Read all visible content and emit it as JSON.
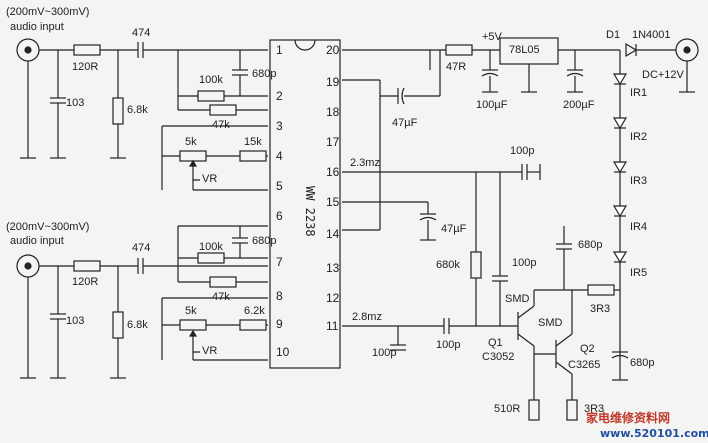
{
  "inputs": {
    "top_range": "(200mV~300mV)",
    "top_label": "audio input",
    "bottom_range": "(200mV~300mV)",
    "bottom_label": "audio input"
  },
  "ic": {
    "name": "WW 2238"
  },
  "pins": [
    "20",
    "19",
    "18",
    "17",
    "16",
    "15",
    "14",
    "13",
    "12",
    "11",
    "1",
    "2",
    "3",
    "4",
    "5",
    "6",
    "7",
    "8",
    "9",
    "10"
  ],
  "components": {
    "r_120r_top": "120R",
    "c_103_top": "103",
    "r_6k8_top": "6.8k",
    "c_474_top": "474",
    "r_100k_top": "100k",
    "c_680p_top": "680p",
    "r_47k_top": "47k",
    "r_5k_top": "5k",
    "r_15k": "15k",
    "vr_top": "VR",
    "r_120r_bot": "120R",
    "c_103_bot": "103",
    "r_6k8_bot": "6.8k",
    "c_474_bot": "474",
    "r_100k_bot": "100k",
    "c_680p_bot": "680p",
    "r_47k_bot": "47k",
    "r_5k_bot": "5k",
    "r_6k2": "6.2k",
    "vr_bot": "VR",
    "r_47r": "47R",
    "plus5v": "+5V",
    "reg": "78L05",
    "c_100uf": "100µF",
    "c_200uf": "200µF",
    "d1": "D1",
    "d1_type": "1N4001",
    "dc": "DC+12V",
    "c_47uf_a": "47µF",
    "c_47uf_b": "47µF",
    "v_2_3": "2.3mz",
    "v_2_8": "2.8mz",
    "c_100p_16": "100p",
    "r_680k": "680k",
    "c_100p_q": "100p",
    "c_680p_q": "680p",
    "smd1": "SMD",
    "smd2": "SMD",
    "r_3r3_a": "3R3",
    "q1": "Q1",
    "q1_type": "C3052",
    "q2": "Q2",
    "q2_type": "C3265",
    "c_100p_11": "100p",
    "c_100p_11b": "100p",
    "r_510r": "510R",
    "r_3r3_b": "3R3",
    "c_680p_out": "680p"
  },
  "leds": [
    "IR1",
    "IR2",
    "IR3",
    "IR4",
    "IR5"
  ],
  "watermark": {
    "cn": "家电维修资料网",
    "url": "www.520101.com"
  }
}
